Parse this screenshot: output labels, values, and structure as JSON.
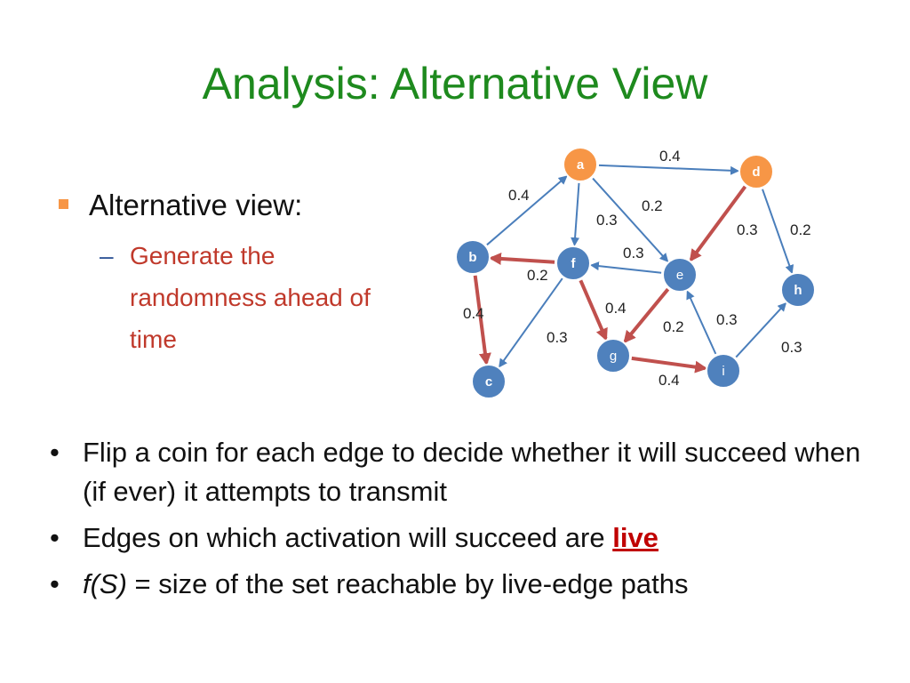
{
  "slide": {
    "title": "Analysis: Alternative View",
    "left_bullet": {
      "text": "Alternative view:",
      "sub_dash": "–",
      "sub_text": "Generate the randomness ahead of time"
    },
    "bottom_bullets": [
      {
        "text": "Flip a coin for each edge to decide whether it will succeed when (if ever) it attempts to transmit"
      },
      {
        "prefix": "Edges on which activation will succeed are ",
        "highlight": "live"
      },
      {
        "italic": "f(S)",
        "rest": " = size of the set reachable by live-edge paths"
      }
    ],
    "bullet_glyph": "•"
  },
  "graph": {
    "colors": {
      "node_blue": "#4f81bd",
      "node_orange": "#f79646",
      "node_stroke": "#ffffff",
      "edge_normal": "#4a7ebb",
      "edge_live": "#c0504d"
    },
    "nodes": [
      {
        "id": "a",
        "label": "a",
        "color": "orange"
      },
      {
        "id": "d",
        "label": "d",
        "color": "orange"
      },
      {
        "id": "b",
        "label": "b",
        "color": "blue"
      },
      {
        "id": "f",
        "label": "f",
        "color": "blue"
      },
      {
        "id": "e",
        "label": "e",
        "color": "blue"
      },
      {
        "id": "h",
        "label": "h",
        "color": "blue"
      },
      {
        "id": "g",
        "label": "g",
        "color": "blue"
      },
      {
        "id": "i",
        "label": "i",
        "color": "blue"
      },
      {
        "id": "c",
        "label": "c",
        "color": "blue"
      }
    ],
    "edges": [
      {
        "from": "a",
        "to": "d",
        "weight": "0.4",
        "live": false
      },
      {
        "from": "b",
        "to": "a",
        "weight": "0.4",
        "live": false
      },
      {
        "from": "a",
        "to": "f",
        "weight": "0.3",
        "live": false
      },
      {
        "from": "a",
        "to": "e",
        "weight": "0.2",
        "live": false
      },
      {
        "from": "d",
        "to": "e",
        "weight": "0.3",
        "live": true
      },
      {
        "from": "d",
        "to": "h",
        "weight": "0.2",
        "live": false
      },
      {
        "from": "e",
        "to": "f",
        "weight": "0.3",
        "live": false
      },
      {
        "from": "f",
        "to": "b",
        "weight": "0.2",
        "live": true
      },
      {
        "from": "b",
        "to": "c",
        "weight": "0.4",
        "live": true
      },
      {
        "from": "f",
        "to": "c",
        "weight": "0.3",
        "live": false
      },
      {
        "from": "f",
        "to": "g",
        "weight": "0.4",
        "live": true
      },
      {
        "from": "e",
        "to": "g",
        "weight": "0.2",
        "live": true
      },
      {
        "from": "i",
        "to": "e",
        "weight": "0.3",
        "live": false
      },
      {
        "from": "g",
        "to": "i",
        "weight": "0.4",
        "live": true
      },
      {
        "from": "i",
        "to": "h",
        "weight": "0.3",
        "live": false
      }
    ]
  }
}
